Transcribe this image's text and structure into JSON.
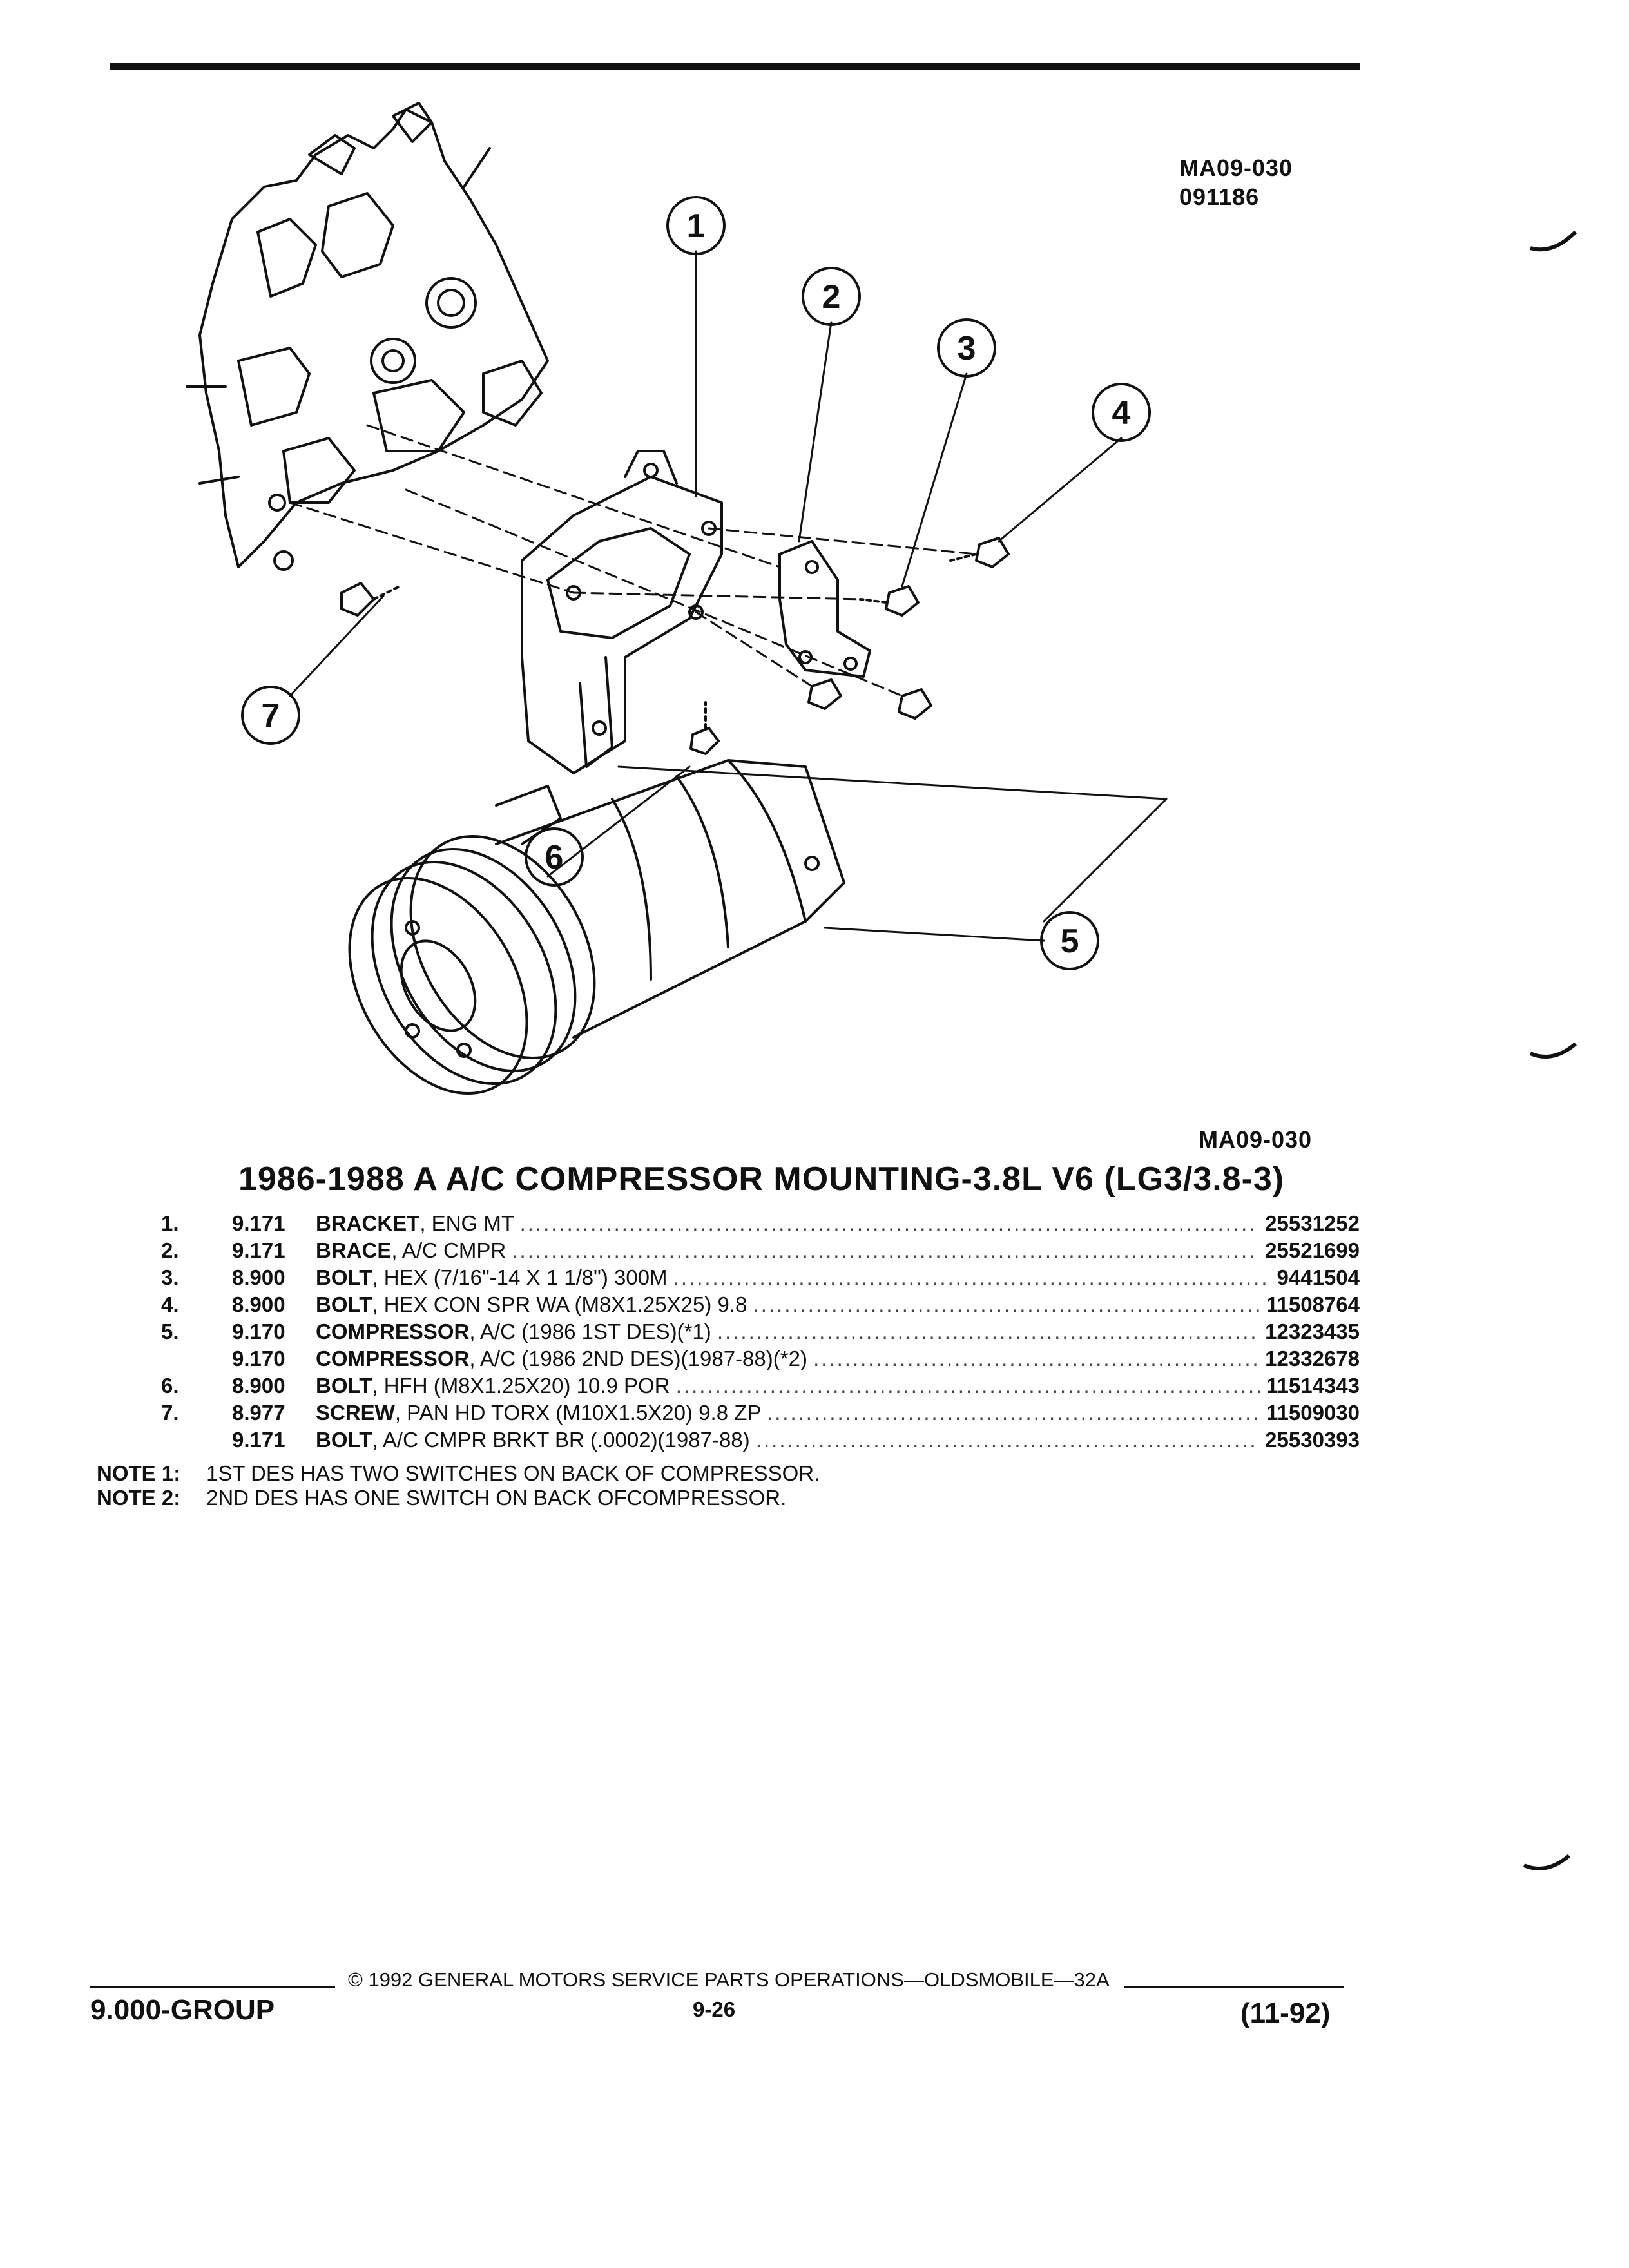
{
  "header": {
    "fig_code": "MA09-030",
    "fig_date_code": "091186"
  },
  "diagram": {
    "callouts": [
      "1",
      "2",
      "3",
      "4",
      "5",
      "6",
      "7"
    ],
    "caption_code": "MA09-030"
  },
  "section_title": "1986-1988 A A/C COMPRESSOR MOUNTING-3.8L V6 (LG3/3.8-3)",
  "parts": [
    {
      "index": "1.",
      "group": "9.171",
      "name": "BRACKET",
      "spec": ", ENG MT",
      "part_no": "25531252"
    },
    {
      "index": "2.",
      "group": "9.171",
      "name": "BRACE",
      "spec": ", A/C CMPR",
      "part_no": "25521699"
    },
    {
      "index": "3.",
      "group": "8.900",
      "name": "BOLT",
      "spec": ", HEX (7/16\"-14 X 1 1/8\") 300M",
      "part_no": "9441504"
    },
    {
      "index": "4.",
      "group": "8.900",
      "name": "BOLT",
      "spec": ", HEX CON SPR WA (M8X1.25X25) 9.8",
      "part_no": "11508764"
    },
    {
      "index": "5.",
      "group": "9.170",
      "name": "COMPRESSOR",
      "spec": ", A/C (1986 1ST DES)(*1)",
      "part_no": "12323435"
    },
    {
      "index": "",
      "group": "9.170",
      "name": "COMPRESSOR",
      "spec": ", A/C (1986 2ND DES)(1987-88)(*2)",
      "part_no": "12332678"
    },
    {
      "index": "6.",
      "group": "8.900",
      "name": "BOLT",
      "spec": ", HFH (M8X1.25X20) 10.9 POR",
      "part_no": "11514343"
    },
    {
      "index": "7.",
      "group": "8.977",
      "name": "SCREW",
      "spec": ", PAN HD TORX (M10X1.5X20) 9.8 ZP",
      "part_no": "11509030"
    },
    {
      "index": "",
      "group": "9.171",
      "name": "BOLT",
      "spec": ", A/C CMPR BRKT BR (.0002)(1987-88)",
      "part_no": "25530393"
    }
  ],
  "notes": [
    {
      "label": "NOTE  1:",
      "text": "1ST DES HAS TWO SWITCHES ON BACK OF COMPRESSOR."
    },
    {
      "label": "NOTE  2:",
      "text": "2ND DES HAS ONE SWITCH ON BACK OFCOMPRESSOR."
    }
  ],
  "footer": {
    "copyright": "© 1992 GENERAL MOTORS SERVICE PARTS OPERATIONS—OLDSMOBILE—32A",
    "group": "9.000-GROUP",
    "page": "9-26",
    "date": "(11-92)"
  }
}
